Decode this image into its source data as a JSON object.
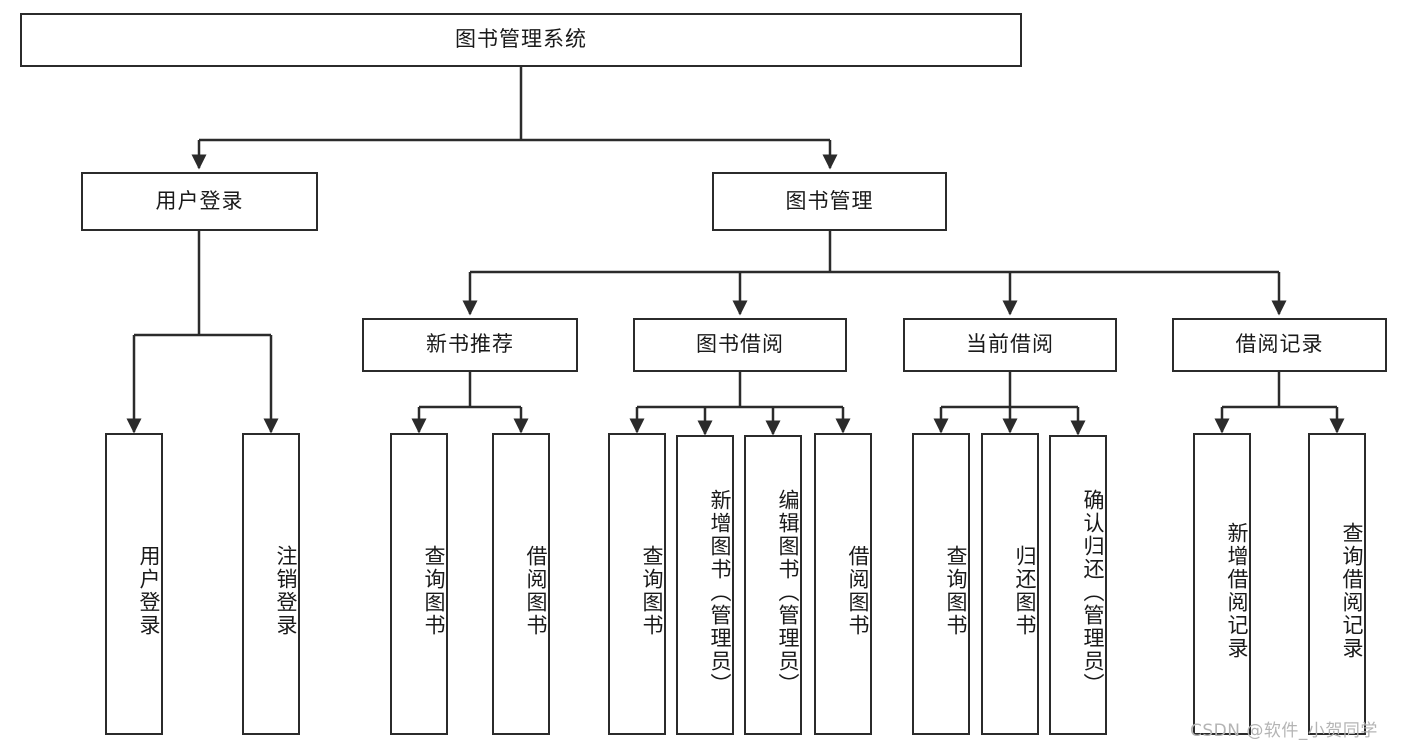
{
  "diagram": {
    "type": "tree",
    "title": "图书管理系统",
    "orientation": "top-down",
    "edge_color": "#2b2b2b",
    "node_border_color": "#2b2b2b",
    "node_fill_color": "#ffffff",
    "text_color": "#1a1a1a"
  },
  "root": {
    "label": "图书管理系统"
  },
  "level1": [
    {
      "label": "用户登录"
    },
    {
      "label": "图书管理"
    }
  ],
  "level2": [
    {
      "label": "新书推荐"
    },
    {
      "label": "图书借阅"
    },
    {
      "label": "当前借阅"
    },
    {
      "label": "借阅记录"
    }
  ],
  "leaves": {
    "user_login": [
      {
        "label": "用户登录"
      },
      {
        "label": "注销登录"
      }
    ],
    "new_book_recommend": [
      {
        "label": "查询图书"
      },
      {
        "label": "借阅图书"
      }
    ],
    "book_borrow": [
      {
        "label": "查询图书"
      },
      {
        "label": "新增图书（管理员）"
      },
      {
        "label": "编辑图书（管理员）"
      },
      {
        "label": "借阅图书"
      }
    ],
    "current_borrow": [
      {
        "label": "查询图书"
      },
      {
        "label": "归还图书"
      },
      {
        "label": "确认归还（管理员）"
      }
    ],
    "borrow_record": [
      {
        "label": "新增借阅记录"
      },
      {
        "label": "查询借阅记录"
      }
    ]
  },
  "watermark": {
    "text": "CSDN @软件_小贺同学",
    "color": "#b4b4b4"
  }
}
